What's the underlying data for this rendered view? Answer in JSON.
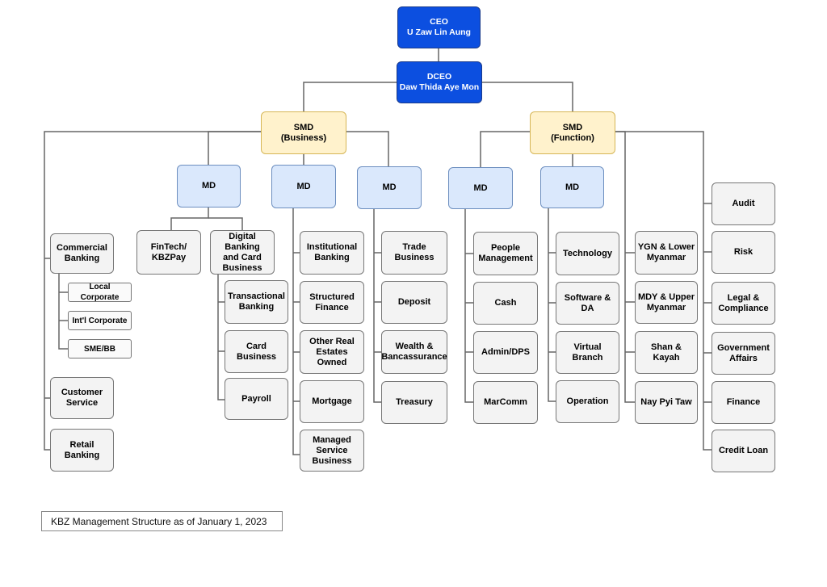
{
  "ceo": {
    "title": "CEO",
    "name": "U Zaw Lin Aung"
  },
  "dceo": {
    "title": "DCEO",
    "name": "Daw Thida Aye Mon"
  },
  "smd_business": "SMD\n(Business)",
  "smd_function": "SMD\n(Function)",
  "md_label": "MD",
  "nodes": {
    "commercial_banking": "Commercial\nBanking",
    "local_corporate": "Local Corporate",
    "intl_corporate": "Int'l Corporate",
    "sme_bb": "SME/BB",
    "customer_service": "Customer\nService",
    "retail_banking": "Retail Banking",
    "fintech": "FinTech/\nKBZPay",
    "digital_banking": "Digital Banking\nand Card\nBusiness",
    "transactional_banking": "Transactional\nBanking",
    "card_business": "Card Business",
    "payroll": "Payroll",
    "institutional_banking": "Institutional\nBanking",
    "structured_finance": "Structured\nFinance",
    "other_real_estates": "Other Real\nEstates Owned",
    "mortgage": "Mortgage",
    "managed_service": "Managed\nService\nBusiness",
    "trade_business": "Trade Business",
    "deposit": "Deposit",
    "wealth": "Wealth &\nBancassurance",
    "treasury": "Treasury",
    "people_management": "People\nManagement",
    "cash": "Cash",
    "admin_dps": "Admin/DPS",
    "marcomm": "MarComm",
    "technology": "Technology",
    "software_da": "Software & DA",
    "virtual_branch": "Virtual Branch",
    "operation": "Operation",
    "ygn_lower": "YGN & Lower\nMyanmar",
    "mdy_upper": "MDY & Upper\nMyanmar",
    "shan_kayah": "Shan & Kayah",
    "nay_pyi_taw": "Nay Pyi Taw",
    "audit": "Audit",
    "risk": "Risk",
    "legal": "Legal &\nCompliance",
    "government": "Government\nAffairs",
    "finance": "Finance",
    "credit_loan": "Credit Loan"
  },
  "caption": "KBZ Management Structure as of January 1, 2023",
  "colors": {
    "exec": "#0c4fe0",
    "smd": "#fff2cc",
    "md": "#dae8fc",
    "unit": "#f3f3f3",
    "line": "#666666"
  }
}
